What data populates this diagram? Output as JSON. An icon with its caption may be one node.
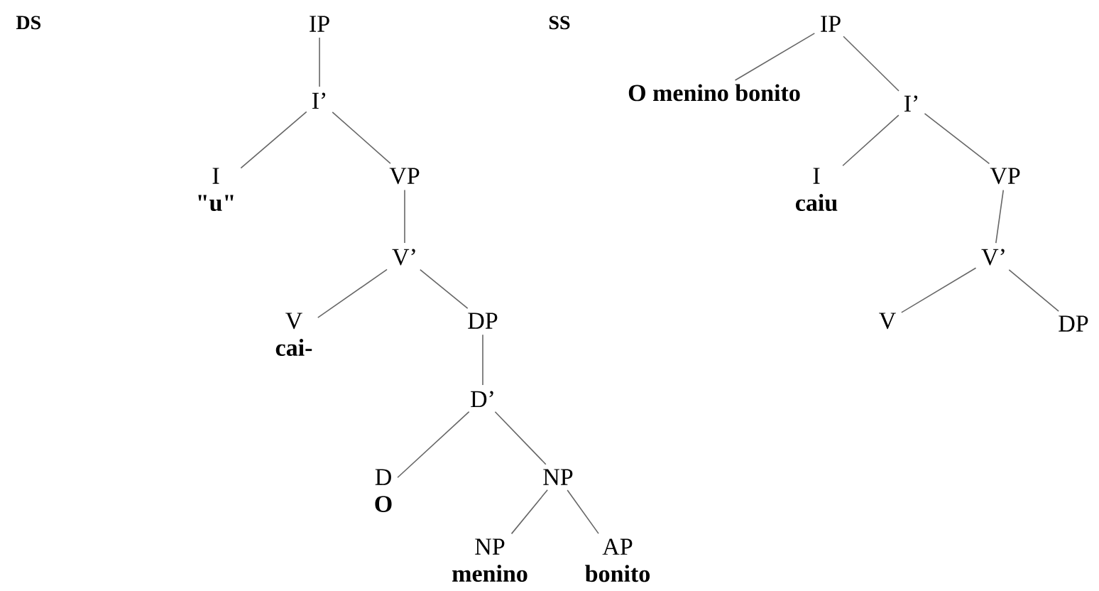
{
  "diagram": {
    "nodes": [
      {
        "text": [
          "IP"
        ]
      },
      {
        "text": [
          "I’"
        ]
      },
      {
        "text": [
          "I",
          "\"u\""
        ]
      },
      {
        "text": [
          "VP"
        ]
      },
      {
        "text": [
          "V’"
        ]
      },
      {
        "text": [
          "V",
          "cai-"
        ]
      },
      {
        "text": [
          "DP"
        ]
      },
      {
        "text": [
          "D’"
        ]
      },
      {
        "text": [
          "D",
          "O"
        ]
      },
      {
        "text": [
          "NP"
        ]
      },
      {
        "text": [
          "NP",
          "menino"
        ]
      },
      {
        "text": [
          "AP",
          "bonito"
        ]
      },
      {
        "text": [
          "IP"
        ]
      },
      {
        "text": [
          "O menino bonito"
        ]
      },
      {
        "text": [
          "I’"
        ]
      },
      {
        "text": [
          "I",
          "caiu"
        ]
      },
      {
        "text": [
          "VP"
        ]
      },
      {
        "text": [
          "V’"
        ]
      },
      {
        "text": [
          "V"
        ]
      },
      {
        "text": [
          "DP"
        ]
      }
    ],
    "edges": [
      {
        "from": 0,
        "to": 1,
        "arrow": "none"
      },
      {
        "from": 1,
        "to": 2,
        "arrow": "none"
      },
      {
        "from": 1,
        "to": 3,
        "arrow": "none"
      },
      {
        "from": 3,
        "to": 4,
        "arrow": "none"
      },
      {
        "from": 4,
        "to": 5,
        "arrow": "none"
      },
      {
        "from": 4,
        "to": 6,
        "arrow": "none"
      },
      {
        "from": 6,
        "to": 7,
        "arrow": "none"
      },
      {
        "from": 7,
        "to": 8,
        "arrow": "none"
      },
      {
        "from": 7,
        "to": 9,
        "arrow": "none"
      },
      {
        "from": 9,
        "to": 10,
        "arrow": "none"
      },
      {
        "from": 9,
        "to": 11,
        "arrow": "none"
      },
      {
        "from": 12,
        "to": 13,
        "arrow": "none"
      },
      {
        "from": 12,
        "to": 14,
        "arrow": "none"
      },
      {
        "from": 14,
        "to": 15,
        "arrow": "none"
      },
      {
        "from": 14,
        "to": 16,
        "arrow": "none"
      },
      {
        "from": 16,
        "to": 17,
        "arrow": "none"
      },
      {
        "from": 17,
        "to": 18,
        "arrow": "none"
      },
      {
        "from": 17,
        "to": 19,
        "arrow": "none"
      }
    ],
    "labels": [
      "DS",
      "SS"
    ]
  }
}
